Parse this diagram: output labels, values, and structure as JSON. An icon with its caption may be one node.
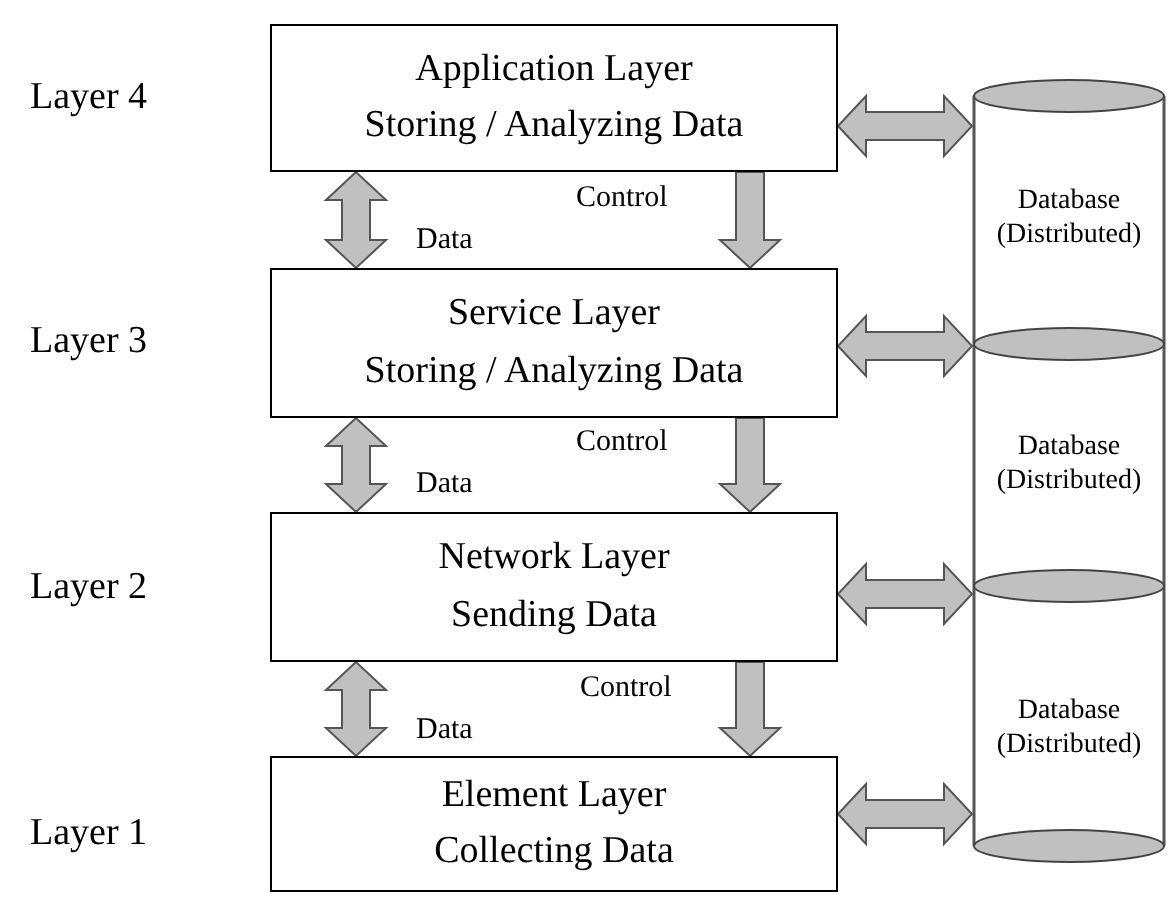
{
  "diagram": {
    "nodes": [
      {
        "text": [
          "Application Layer",
          "Storing / Analyzing Data"
        ],
        "beside": [
          "Layer 4"
        ]
      },
      {
        "text": [
          "Service Layer",
          "Storing / Analyzing Data"
        ],
        "beside": [
          "Layer 3"
        ]
      },
      {
        "text": [
          "Network Layer",
          "Sending Data"
        ],
        "beside": [
          "Layer 2"
        ]
      },
      {
        "text": [
          "Element Layer",
          "Collecting Data"
        ],
        "beside": [
          "Layer 1"
        ]
      },
      {
        "text": [
          "Database (Distributed)",
          "Database (Distributed)",
          "Database (Distributed)"
        ]
      }
    ],
    "edges": [
      {
        "from": 0,
        "to": 4,
        "arrow": "both"
      },
      {
        "from": 0,
        "to": 1,
        "arrow": "both",
        "label": "Data"
      },
      {
        "from": 0,
        "to": 1,
        "arrow": "to",
        "label": "Control"
      },
      {
        "from": 1,
        "to": 4,
        "arrow": "both"
      },
      {
        "from": 1,
        "to": 2,
        "arrow": "both",
        "label": "Data"
      },
      {
        "from": 1,
        "to": 2,
        "arrow": "to",
        "label": "Control"
      },
      {
        "from": 2,
        "to": 4,
        "arrow": "both"
      },
      {
        "from": 2,
        "to": 3,
        "arrow": "both",
        "label": "Data"
      },
      {
        "from": 2,
        "to": 3,
        "arrow": "to",
        "label": "Control"
      },
      {
        "from": 3,
        "to": 4,
        "arrow": "both"
      }
    ]
  }
}
